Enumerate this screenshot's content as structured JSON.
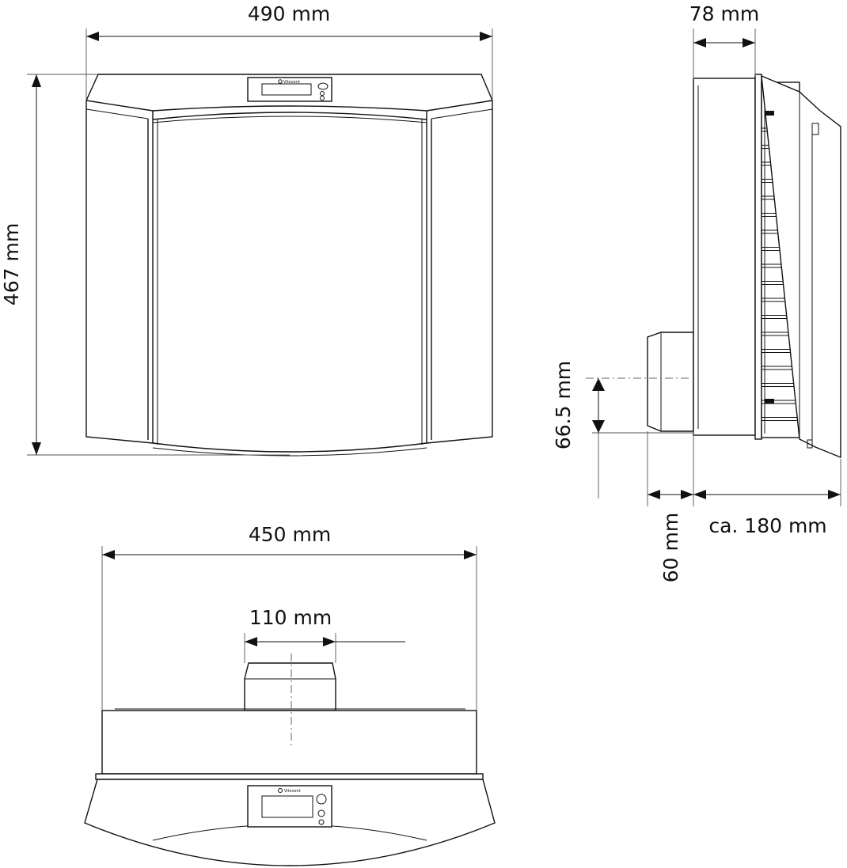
{
  "dimensions": {
    "width_front": "490 mm",
    "height_front": "467 mm",
    "width_top": "450 mm",
    "duct_diameter": "110 mm",
    "depth_body": "78 mm",
    "duct_axis_height": "66.5 mm",
    "duct_length": "60 mm",
    "depth_total": "ca. 180 mm"
  },
  "logo": {
    "brand": "Vitovent"
  }
}
